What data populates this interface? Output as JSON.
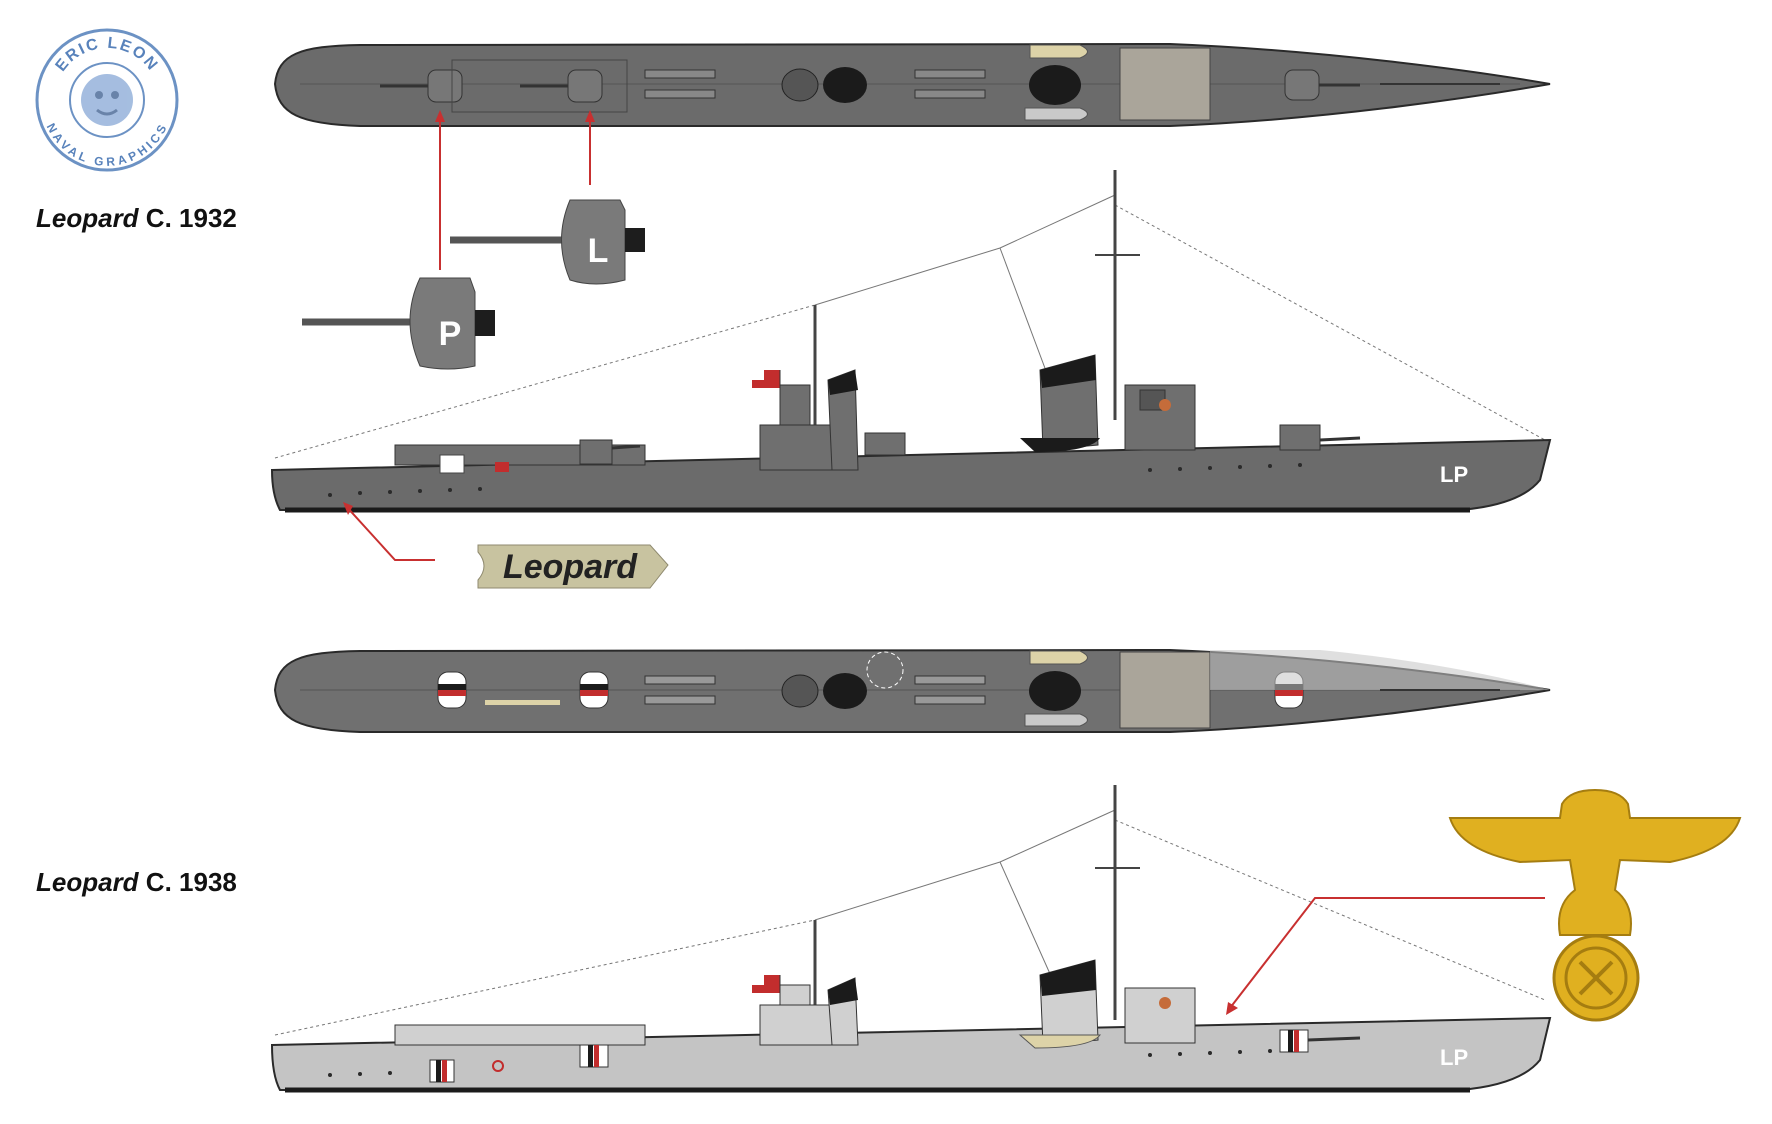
{
  "stamp": {
    "top_text": "ERIC LEON",
    "bottom_text": "NAVAL GRAPHICS",
    "color": "#3b6db0"
  },
  "captions": [
    {
      "ship": "Leopard",
      "date": " C. 1932"
    },
    {
      "ship": "Leopard",
      "date": " C. 1938"
    }
  ],
  "turret_letters": [
    "P",
    "L"
  ],
  "nameplate": {
    "text": "Leopard",
    "background": "#c8c3a0",
    "text_color": "#222222"
  },
  "hull_code": "LP",
  "colors": {
    "dark_grey": "#6b6b6b",
    "light_grey": "#c4c4c4",
    "deck_dark": "#707070",
    "stripe_red": "#c22d2d",
    "eagle_gold": "#e0b020",
    "boat_tan": "#ddd3a8",
    "leader_red": "#c83030"
  }
}
